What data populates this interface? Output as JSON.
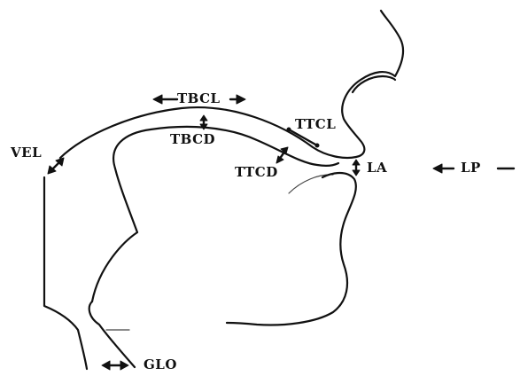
{
  "labels": {
    "tbcl": "TBCL",
    "tbcd": "TBCD",
    "ttcl": "TTCL",
    "ttcd": "TTCD",
    "vel": "VEL",
    "la": "LA",
    "lp": "LP",
    "glo": "GLO"
  }
}
